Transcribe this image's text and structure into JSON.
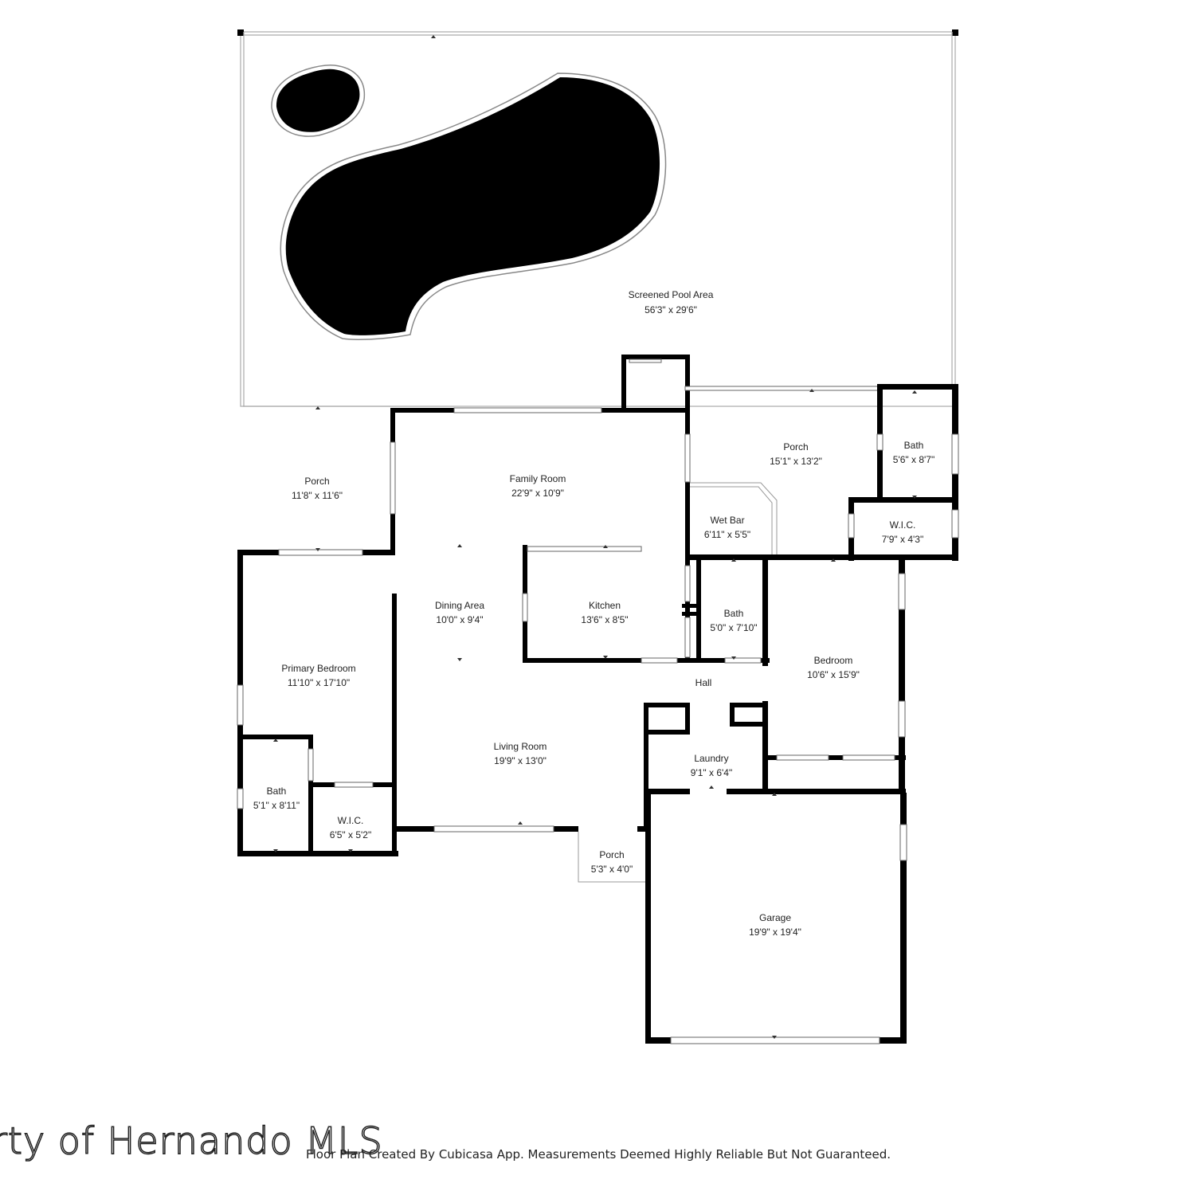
{
  "rooms": {
    "screened_pool_area": {
      "name": "Screened Pool Area",
      "dims": "56'3\" x 29'6\""
    },
    "porch_left": {
      "name": "Porch",
      "dims": "11'8\" x 11'6\""
    },
    "family_room": {
      "name": "Family Room",
      "dims": "22'9\" x 10'9\""
    },
    "porch_right": {
      "name": "Porch",
      "dims": "15'1\" x 13'2\""
    },
    "bath_ne": {
      "name": "Bath",
      "dims": "5'6\" x 8'7\""
    },
    "wet_bar": {
      "name": "Wet Bar",
      "dims": "6'11\" x 5'5\""
    },
    "wic_ne": {
      "name": "W.I.C.",
      "dims": "7'9\" x 4'3\""
    },
    "dining_area": {
      "name": "Dining Area",
      "dims": "10'0\" x 9'4\""
    },
    "kitchen": {
      "name": "Kitchen",
      "dims": "13'6\" x 8'5\""
    },
    "bath_mid": {
      "name": "Bath",
      "dims": "5'0\" x 7'10\""
    },
    "bedroom": {
      "name": "Bedroom",
      "dims": "10'6\" x 15'9\""
    },
    "primary_bedroom": {
      "name": "Primary Bedroom",
      "dims": "11'10\" x 17'10\""
    },
    "hall": {
      "name": "Hall"
    },
    "living_room": {
      "name": "Living Room",
      "dims": "19'9\" x 13'0\""
    },
    "laundry": {
      "name": "Laundry",
      "dims": "9'1\" x 6'4\""
    },
    "bath_sw": {
      "name": "Bath",
      "dims": "5'1\" x 8'11\""
    },
    "wic_sw": {
      "name": "W.I.C.",
      "dims": "6'5\" x 5'2\""
    },
    "porch_front": {
      "name": "Porch",
      "dims": "5'3\" x 4'0\""
    },
    "garage": {
      "name": "Garage",
      "dims": "19'9\" x 19'4\""
    }
  },
  "watermark": "rty of Hernando MLS",
  "footer_note": "Floor Plan Created By Cubicasa App. Measurements Deemed Highly Reliable But Not Guaranteed.",
  "colors": {
    "wall": "#000000",
    "pool": "#000000",
    "background": "#ffffff"
  }
}
